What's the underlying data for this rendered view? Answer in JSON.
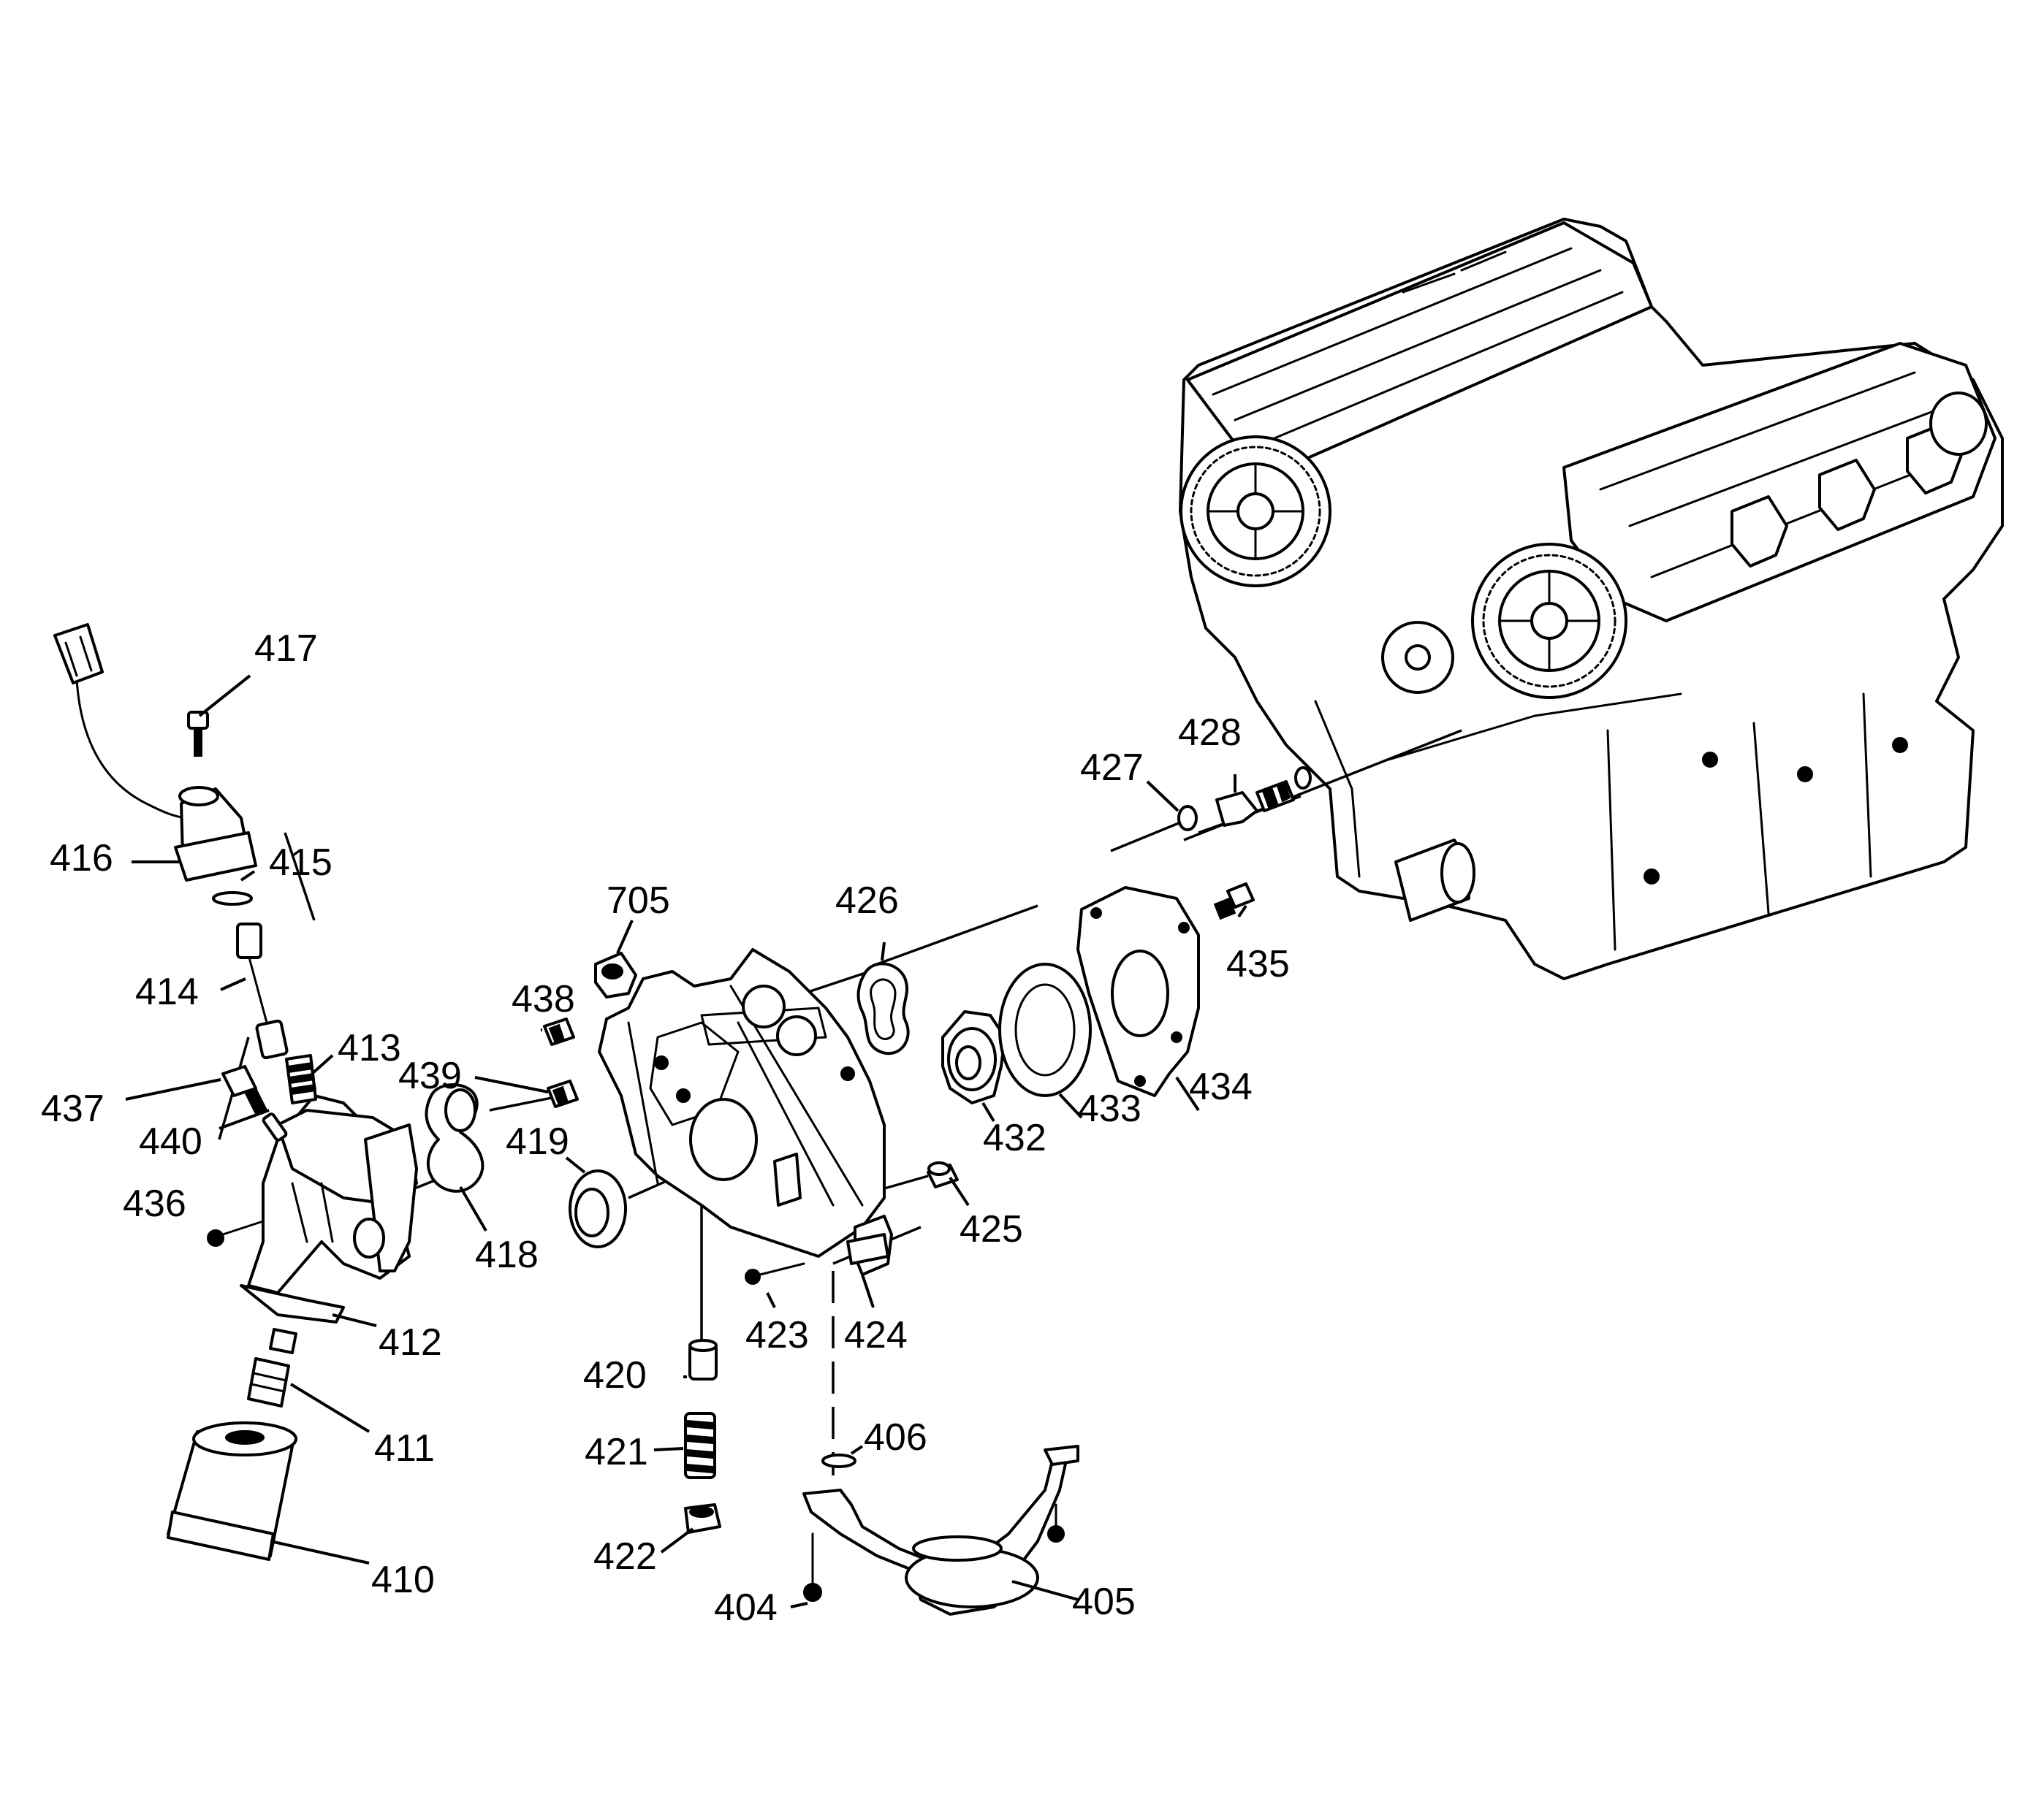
{
  "diagram": {
    "line_color": "#000000",
    "background": "#ffffff",
    "callouts": [
      {
        "id": "c404",
        "label": "404"
      },
      {
        "id": "c405",
        "label": "405"
      },
      {
        "id": "c406",
        "label": "406"
      },
      {
        "id": "c410",
        "label": "410"
      },
      {
        "id": "c411",
        "label": "411"
      },
      {
        "id": "c412",
        "label": "412"
      },
      {
        "id": "c413",
        "label": "413"
      },
      {
        "id": "c414",
        "label": "414"
      },
      {
        "id": "c415",
        "label": "415"
      },
      {
        "id": "c416",
        "label": "416"
      },
      {
        "id": "c417",
        "label": "417"
      },
      {
        "id": "c418",
        "label": "418"
      },
      {
        "id": "c419",
        "label": "419"
      },
      {
        "id": "c420",
        "label": "420"
      },
      {
        "id": "c421",
        "label": "421"
      },
      {
        "id": "c422",
        "label": "422"
      },
      {
        "id": "c423",
        "label": "423"
      },
      {
        "id": "c424",
        "label": "424"
      },
      {
        "id": "c425",
        "label": "425"
      },
      {
        "id": "c426",
        "label": "426"
      },
      {
        "id": "c427",
        "label": "427"
      },
      {
        "id": "c428",
        "label": "428"
      },
      {
        "id": "c432",
        "label": "432"
      },
      {
        "id": "c433",
        "label": "433"
      },
      {
        "id": "c434",
        "label": "434"
      },
      {
        "id": "c435",
        "label": "435"
      },
      {
        "id": "c436",
        "label": "436"
      },
      {
        "id": "c437",
        "label": "437"
      },
      {
        "id": "c438",
        "label": "438"
      },
      {
        "id": "c439",
        "label": "439"
      },
      {
        "id": "c440",
        "label": "440"
      },
      {
        "id": "c705",
        "label": "705"
      }
    ]
  }
}
